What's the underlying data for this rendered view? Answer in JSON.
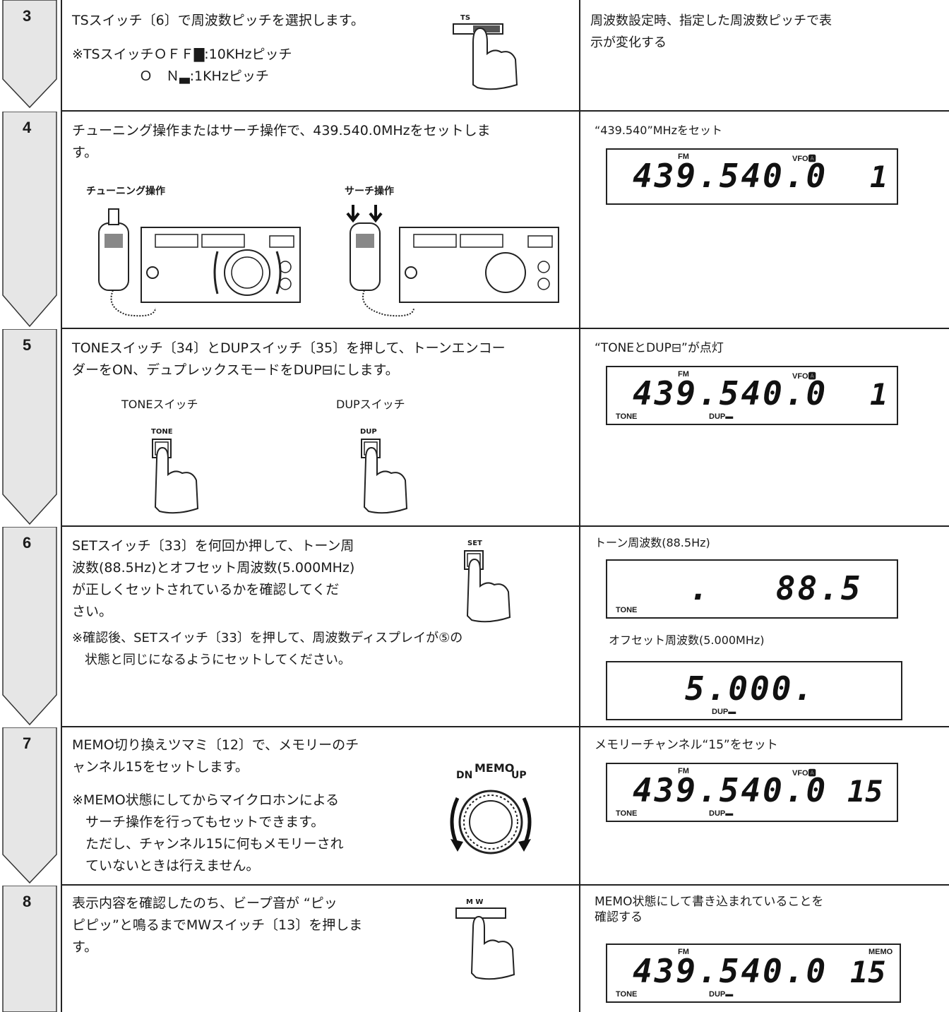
{
  "steps": [
    {
      "num": "3",
      "text": "TSスイッチ〔6〕で周波数ピッチを選択します。",
      "note": "※TSスイッチＯＦＦ▇:10KHzピッチ\n　　　　　Ｏ　Ｎ▃:1KHzピッチ",
      "switch_label": "TS",
      "result": "周波数設定時、指定した周波数ピッチで表\n示が変化する"
    },
    {
      "num": "4",
      "text": "チューニング操作またはサーチ操作で、439.540.0MHzをセットしま\nす。",
      "cap_tuning": "チューニング操作",
      "cap_search": "サーチ操作",
      "result": "“439.540”MHzをセット",
      "lcd": {
        "fm": "FM",
        "vfo": "VFO🅰",
        "freq": "439.540.0",
        "ch": "1"
      }
    },
    {
      "num": "5",
      "text": "TONEスイッチ〔34〕とDUPスイッチ〔35〕を押して、トーンエンコー\nダーをON、デュプレックスモードをDUP⊟にします。",
      "cap_tone": "TONEスイッチ",
      "cap_dup": "DUPスイッチ",
      "btn_tone": "TONE",
      "btn_dup": "DUP",
      "result": "“TONEとDUP⊟”が点灯",
      "lcd": {
        "fm": "FM",
        "vfo": "VFO🅰",
        "freq": "439.540.0",
        "ch": "1",
        "tone": "TONE",
        "dup": "DUP▬"
      }
    },
    {
      "num": "6",
      "text": "SETスイッチ〔33〕を何回か押して、トーン周\n波数(88.5Hz)とオフセット周波数(5.000MHz)\nが正しくセットされているかを確認してくだ\nさい。",
      "note": "※確認後、SETスイッチ〔33〕を押して、周波数ディスプレイが⑤の\n　状態と同じになるようにセットしてください。",
      "btn_set": "SET",
      "result1": "トーン周波数(88.5Hz)",
      "lcd1": {
        "freq": ".   88.5",
        "tone": "TONE"
      },
      "result2": "オフセット周波数(5.000MHz)",
      "lcd2": {
        "freq": "5.000.",
        "dup": "DUP▬"
      }
    },
    {
      "num": "7",
      "text": "MEMO切り換えツマミ〔12〕で、メモリーのチ\nャンネル15をセットします。",
      "note": "※MEMO状態にしてからマイクロホンによる\n　サーチ操作を行ってもセットできます。\n　ただし、チャンネル15に何もメモリーされ\n　ていないときは行えません。",
      "knob": {
        "dn": "DN",
        "memo": "MEMO",
        "up": "UP"
      },
      "result": "メモリーチャンネル“15”をセット",
      "lcd": {
        "fm": "FM",
        "vfo": "VFO🅰",
        "freq": "439.540.0",
        "ch": "15",
        "tone": "TONE",
        "dup": "DUP▬"
      }
    },
    {
      "num": "8",
      "text": "表示内容を確認したのち、ビープ音が “ピッ\nピピッ”と鳴るまでMWスイッチ〔13〕を押しま\nす。",
      "switch_label": "M W",
      "result": "MEMO状態にして書き込まれていることを\n確認する",
      "lcd": {
        "fm": "FM",
        "vfo": "MEMO",
        "freq": "439.540.0",
        "ch": "15",
        "tone": "TONE",
        "dup": "DUP▬"
      }
    }
  ]
}
